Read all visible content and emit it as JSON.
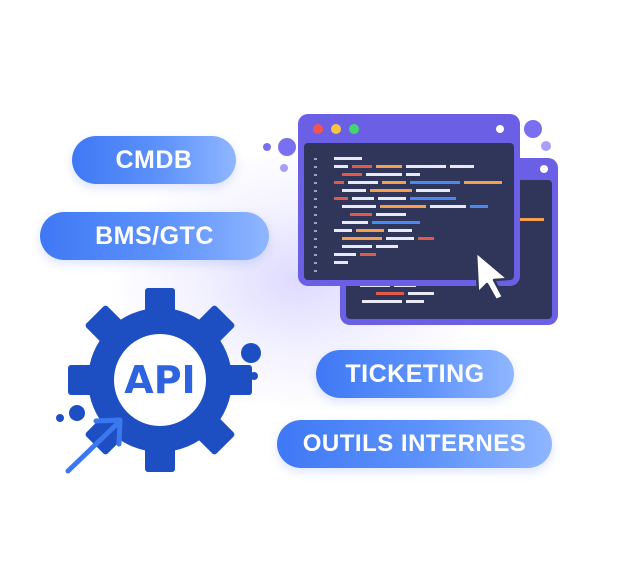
{
  "integrations": {
    "cmdb_label": "CMDB",
    "bms_label": "BMS/GTC",
    "ticketing_label": "TICKETING",
    "tools_label": "OUTILS INTERNES"
  },
  "gear": {
    "label": "API",
    "icon": "gear-icon"
  },
  "windows": {
    "icon": "code-window-icon",
    "cursor_icon": "mouse-pointer-icon",
    "dot_colors": [
      "#f2544f",
      "#f5c542",
      "#46d46f"
    ]
  },
  "colors": {
    "pill_start": "#3f78f5",
    "pill_end": "#8fb6ff",
    "gear_blue": "#1e4fc2",
    "window_frame": "#6b5fe6",
    "window_body": "#2f3659",
    "accent_purple": "#7a6ff0"
  }
}
